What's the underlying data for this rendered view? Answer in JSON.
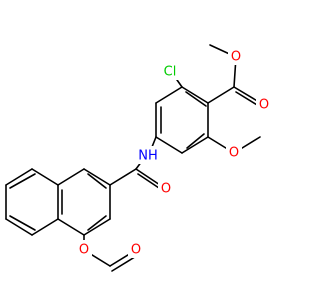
{
  "molecule": {
    "atoms": {
      "carbonyl_o_ester": "O",
      "ester_o": "O",
      "methoxy_o": "O",
      "chloro": "Cl",
      "amide_n": "NH",
      "amide_o": "O",
      "ring_o": "O",
      "lactone_o": "O"
    }
  },
  "colors": {
    "carbon_bonds": "#000000",
    "oxygen": "#ff0000",
    "nitrogen": "#0000ff",
    "chlorine": "#00cc00",
    "background": "#ffffff"
  }
}
